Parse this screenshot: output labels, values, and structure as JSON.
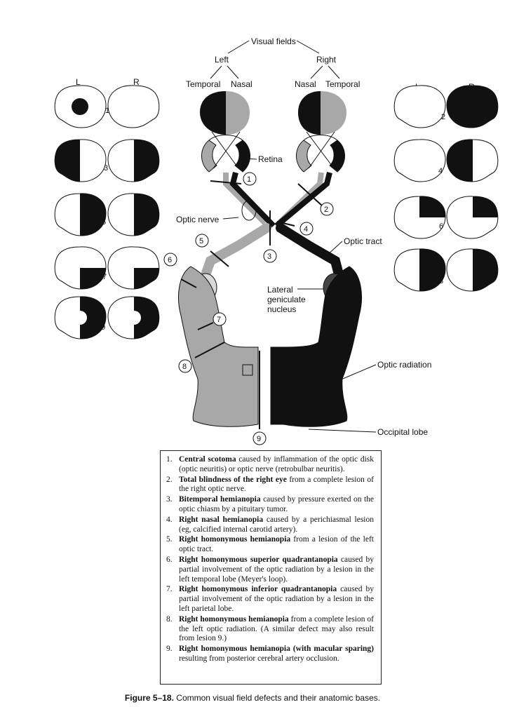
{
  "header": {
    "visual_fields": "Visual fields",
    "left": "Left",
    "right": "Right",
    "temporal_left": "Temporal",
    "nasal_left": "Nasal",
    "nasal_right": "Nasal",
    "temporal_right": "Temporal"
  },
  "field_headers": {
    "left_L": "L",
    "left_R": "R",
    "right_L": "L",
    "right_R": "R"
  },
  "anatomy": {
    "retina": "Retina",
    "optic_nerve": "Optic nerve",
    "optic_tract": "Optic tract",
    "lgn_line1": "Lateral",
    "lgn_line2": "geniculate",
    "lgn_line3": "nucleus",
    "optic_radiation": "Optic radiation",
    "occipital_lobe": "Occipital lobe"
  },
  "defect_numbers": [
    "1",
    "2",
    "3",
    "4",
    "5",
    "6",
    "7",
    "8",
    "9"
  ],
  "legend": [
    {
      "num": "1.",
      "bold": "Central scotoma",
      "text": " caused by inflammation of the optic disk (optic neuritis) or optic nerve (retrobulbar neuritis)."
    },
    {
      "num": "2.",
      "bold": "Total blindness of the right eye",
      "text": " from a complete lesion of the right optic nerve."
    },
    {
      "num": "3.",
      "bold": "Bitemporal hemianopia",
      "text": " caused by pressure exerted on the optic chiasm by a pituitary tumor."
    },
    {
      "num": "4.",
      "bold": "Right nasal hemianopia",
      "text": " caused by a perichiasmal lesion (eg, calcified internal carotid artery)."
    },
    {
      "num": "5.",
      "bold": "Right homonymous hemianopia",
      "text": " from a lesion of the left optic tract."
    },
    {
      "num": "6.",
      "bold": "Right homonymous superior quadrantanopia",
      "text": " caused by partial involvement of the optic radiation by a lesion in the left temporal lobe (Meyer's loop)."
    },
    {
      "num": "7.",
      "bold": "Right homonymous inferior quadrantanopia",
      "text": " caused by partial involvement of the optic radiation by a lesion in the left parietal lobe."
    },
    {
      "num": "8.",
      "bold": "Right homonymous hemianopia",
      "text": " from a complete lesion of the left optic radiation. (A similar defect may also result from lesion 9.)"
    },
    {
      "num": "9.",
      "bold": "Right homonymous hemianopia (with macular sparing)",
      "text": " resulting from posterior cerebral artery occlusion."
    }
  ],
  "caption": {
    "label": "Figure 5–18.",
    "text": " Common visual field defects and their anatomic bases."
  },
  "colors": {
    "black": "#111111",
    "gray": "#a8a8a8",
    "white": "#ffffff"
  }
}
